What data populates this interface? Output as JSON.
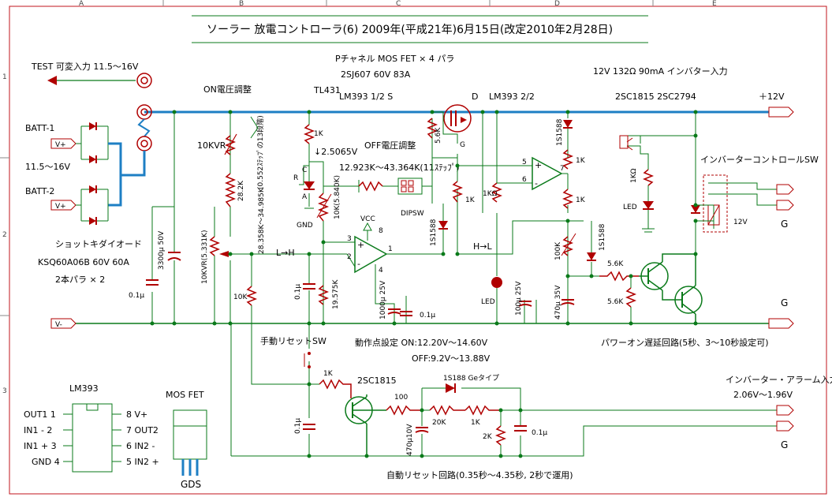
{
  "colors": {
    "wire": "#0a7a1a",
    "bus": "#1e7fc4",
    "component": "#b00000",
    "frame": "#c0141e",
    "text": "#000000"
  },
  "ruler": {
    "columns": [
      "A",
      "B",
      "C",
      "D",
      "E"
    ],
    "rows": [
      "1",
      "2",
      "3"
    ]
  },
  "title": "ソーラー 放電コントローラ(6) 2009年(平成21年)6月15日(改定2010年2月28日)",
  "labels": {
    "test_input": "TEST 可変入力 11.5～16V",
    "batt1": "BATT-1",
    "batt2": "BATT-2",
    "batt_range": "11.5～16V",
    "v_plus": "V+",
    "v_minus": "V-",
    "schottky": "ショットキダイオード",
    "schottky_part": "KSQ60A06B 60V 60A",
    "schottky_parallel": "2本パラ × 2",
    "on_adjust": "ON電圧調整",
    "tl431": "TL431",
    "pch_fet": "Pチャネル MOS FET × 4 パラ",
    "fet_part": "2SJ607 60V 83A",
    "lm393_half1": "LM393 1/2 S",
    "drain": "D",
    "gate": "G",
    "lm393_half2": "LM393 2/2",
    "inverter_in": "12V 132Ω 90mA インバター入力",
    "transistors": "2SC1815 2SC2794",
    "plus12v": "＋12V",
    "r10kvr": "10KVR",
    "r28k": "28.2K",
    "step_note": "(0.552ｽﾃｯﾌﾟの13段階)",
    "r1k": "1K",
    "ref_v": "↓2.5065V",
    "off_adjust": "OFF電圧調整",
    "tl431_r": "R",
    "tl431_c": "C",
    "tl431_a": "A",
    "gnd": "GND",
    "r56k": "5.6K",
    "step_range": "12.923K～43.364K(11ｽﾃｯﾌﾟ)",
    "r10k_5840": "10K(5.840K)",
    "dipsw": "DIPSW",
    "vcc": "VCC",
    "pin8": "8",
    "pin3": "3",
    "pin2": "2",
    "pin1": "1",
    "pin4": "4",
    "pin5": "5",
    "pin6": "6",
    "pin7": "7",
    "d1s1588": "1S1588",
    "r1kohm": "1KΩ",
    "h_to_l": "H→L",
    "l_to_h": "L→H",
    "range_28k": "28.358K～34.985K",
    "r10kvr_5331": "10KVR(5.331K)",
    "r10k": "10K",
    "c3300": "3300μ 50V",
    "c01": "0.1μ",
    "r19k": "19.575K",
    "c1000": "1000μ 25V",
    "c100": "100μ 25V",
    "c470": "470μ 35V",
    "r100k": "100K",
    "led": "LED",
    "inverter_sw": "インバーターコントロールSW",
    "relay_12v": "12V",
    "g": "G",
    "led_r": "1KΩ",
    "power_on_delay": "パワーオン遅延回路(5秒、3～10秒設定可)",
    "operating_point": "動作点設定 ON:12.20V～14.60V",
    "off_range": "OFF:9.2V～13.88V",
    "manual_reset": "手動リセットSW",
    "sc1815": "2SC1815",
    "d1s188": "1S188 Geタイプ",
    "r100": "100",
    "r20k": "20K",
    "r2k": "2K",
    "c470_10": "470μ10V",
    "auto_reset": "自動リセット回路(0.35秒～4.35秒, 2秒で運用)",
    "alarm_in": "インバーター・アラーム入力",
    "alarm_range": "2.06V～1.96V",
    "lm393_pkg": "LM393",
    "mosfet_pkg": "MOS FET",
    "gds": "GDS"
  },
  "lm393_pins_left": [
    "OUT1 1",
    "IN1 - 2",
    "IN1 + 3",
    "GND 4"
  ],
  "lm393_pins_right": [
    "8 V+",
    "7 OUT2",
    "6 IN2 -",
    "5 IN2 +"
  ]
}
